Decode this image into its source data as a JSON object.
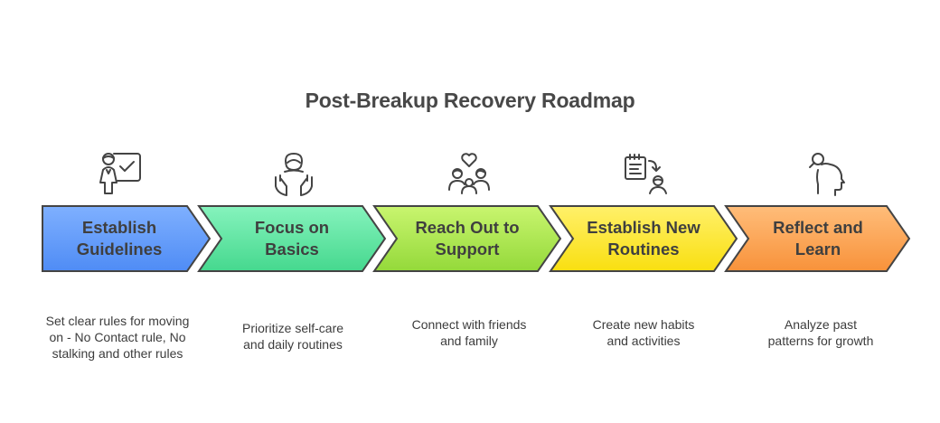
{
  "title": "Post-Breakup Recovery Roadmap",
  "steps": [
    {
      "icon": "presenter-checkmark-icon",
      "label_line1": "Establish",
      "label_line2": "Guidelines",
      "description_line1": "Set clear rules for moving",
      "description_line2": "on - No Contact rule, No",
      "description_line3": "stalking and other rules",
      "color_top": "#7fb0ff",
      "color_bottom": "#4f8cf5"
    },
    {
      "icon": "self-care-hands-icon",
      "label_line1": "Focus on",
      "label_line2": "Basics",
      "description_line1": "Prioritize self-care",
      "description_line2": "and daily routines",
      "description_line3": "",
      "color_top": "#86f3bd",
      "color_bottom": "#45d88e"
    },
    {
      "icon": "people-heart-icon",
      "label_line1": "Reach Out to",
      "label_line2": "Support",
      "description_line1": "Connect with friends",
      "description_line2": "and family",
      "description_line3": "",
      "color_top": "#c9f56f",
      "color_bottom": "#94d93a"
    },
    {
      "icon": "checklist-person-icon",
      "label_line1": "Establish New",
      "label_line2": "Routines",
      "description_line1": "Create new habits",
      "description_line2": "and activities",
      "description_line3": "",
      "color_top": "#fff06a",
      "color_bottom": "#f9df10"
    },
    {
      "icon": "head-magnifier-icon",
      "label_line1": "Reflect and",
      "label_line2": "Learn",
      "description_line1": "Analyze past",
      "description_line2": "patterns for growth",
      "description_line3": "",
      "color_top": "#ffbd7a",
      "color_bottom": "#f8923a"
    }
  ]
}
